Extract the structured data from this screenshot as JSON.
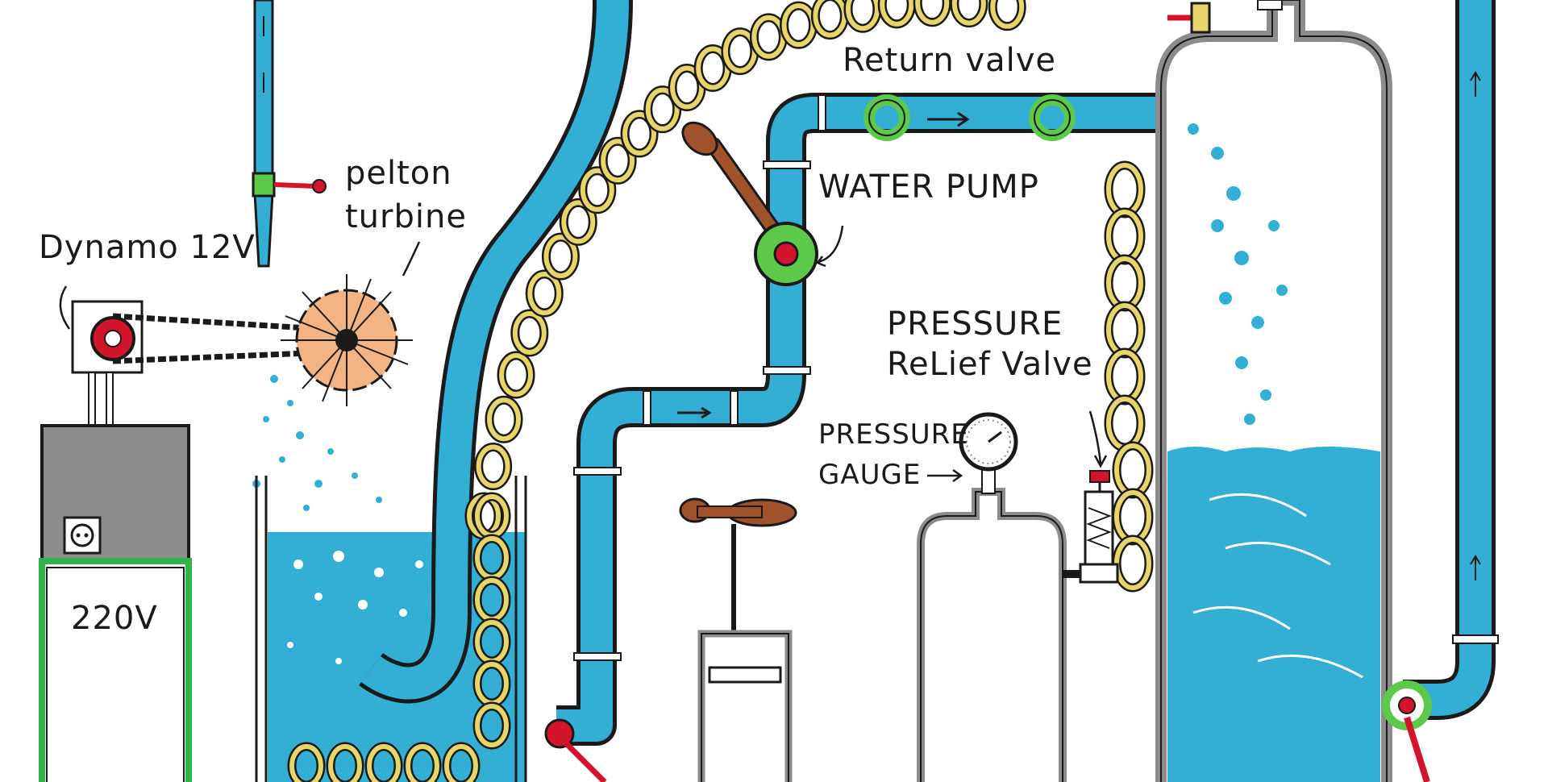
{
  "labels": {
    "dynamo": "Dynamo 12V",
    "pelton_line1": "pelton",
    "pelton_line2": "turbine",
    "return_valve": "Return valve",
    "water_pump": "WATER PUMP",
    "relief_line1": "PRESSURE",
    "relief_line2": "ReLief Valve",
    "gauge_line1": "PRESSURE",
    "gauge_line2": "GAUGE",
    "outlet": "220V"
  },
  "colors": {
    "water": "#33afd6",
    "outline": "#1a1a1a",
    "tube": "#e6d66a",
    "valve_green": "#5cc94a",
    "valve_red": "#d3142a",
    "turbine": "#f2b483",
    "handle": "#a0532b",
    "generator": "#8c8c8c",
    "outlet_frame": "#2fb34a"
  },
  "icons": {
    "pump_wheel": "pump-wheel-icon",
    "dynamo_pulley": "pulley-icon",
    "turbine": "pelton-wheel-icon",
    "gauge": "pressure-gauge-icon",
    "socket": "power-socket-icon"
  }
}
